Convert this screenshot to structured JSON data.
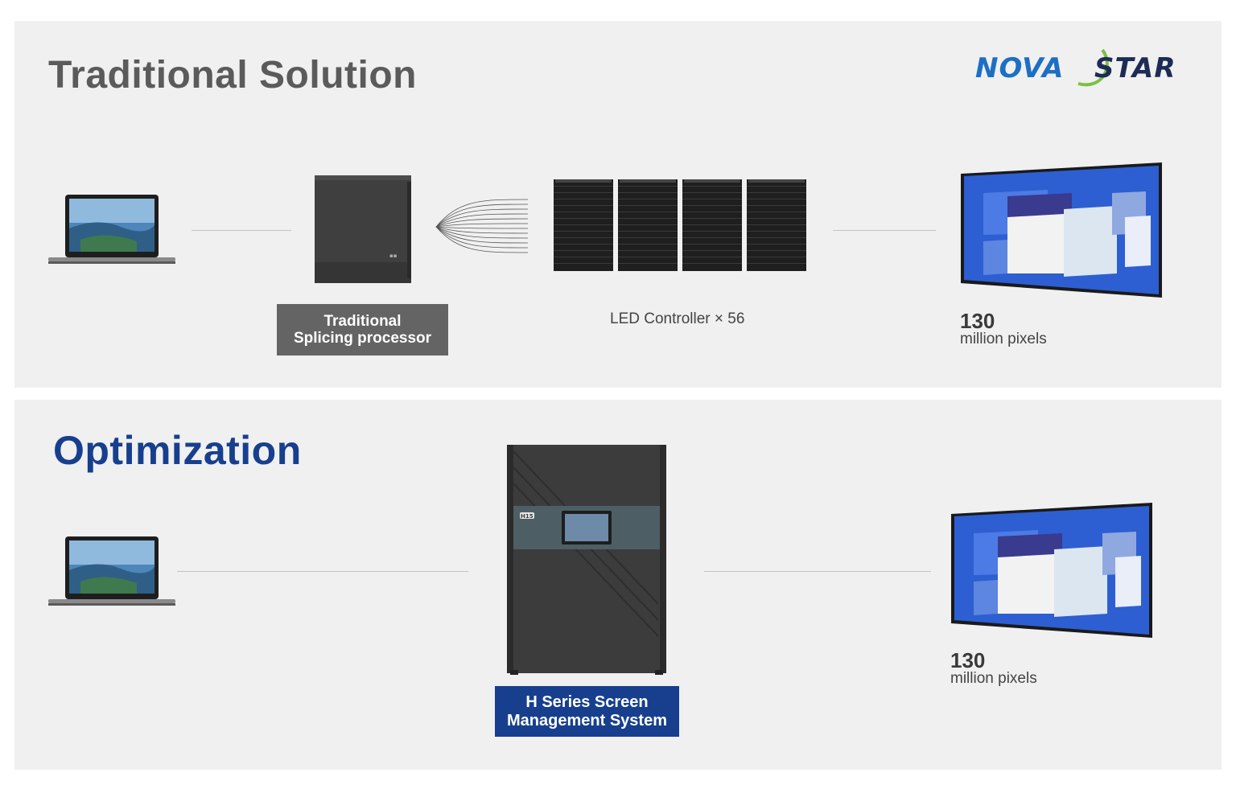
{
  "brand": {
    "logo_left": "NOVA",
    "logo_right": "STAR",
    "colors": {
      "blue": "#1d6fc4",
      "dark": "#1d2c55",
      "green": "#7ac142"
    }
  },
  "traditional": {
    "title": "Traditional Solution",
    "processor_label_line1": "Traditional",
    "processor_label_line2": "Splicing processor",
    "controller_caption": "LED Controller × 56",
    "pixels_value": "130",
    "pixels_unit": "million pixels"
  },
  "optimization": {
    "title": "Optimization",
    "device_label_line1": "H Series Screen",
    "device_label_line2": "Management System",
    "device_badge": "H15",
    "pixels_value": "130",
    "pixels_unit": "million pixels"
  },
  "colors": {
    "title_gray": "#5b5b5b",
    "title_blue": "#173f8e",
    "panel_bg": "#f0f0f0"
  }
}
